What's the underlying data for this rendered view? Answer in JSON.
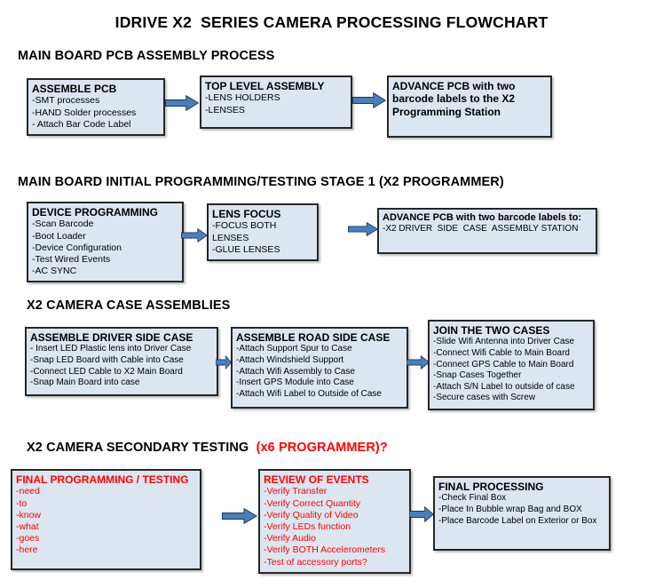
{
  "title": "IDRIVE X2  SERIES CAMERA PROCESSING FLOWCHART",
  "colors": {
    "box_fill": "#dce6f1",
    "box_border": "#262626",
    "arrow_fill": "#4a7ebb",
    "arrow_outline": "#17375e",
    "red_text": "#ff0000"
  },
  "sections": [
    {
      "heading": "MAIN BOARD PCB ASSEMBLY PROCESS",
      "boxes": [
        {
          "title": "ASSEMBLE PCB",
          "items": [
            "-SMT processes",
            "-HAND Solder processes",
            "- Attach Bar Code Label"
          ]
        },
        {
          "title": "TOP LEVEL ASSEMBLY",
          "items": [
            "-LENS HOLDERS",
            "-LENSES"
          ]
        },
        {
          "title": "ADVANCE PCB with two barcode labels to the X2 Programming Station",
          "items": []
        }
      ]
    },
    {
      "heading": "MAIN BOARD INITIAL PROGRAMMING/TESTING STAGE 1 (X2 PROGRAMMER)",
      "boxes": [
        {
          "title": "DEVICE PROGRAMMING",
          "items": [
            "-Scan Barcode",
            "-Boot Loader",
            "-Device Configuration",
            "-Test Wired Events",
            "-AC SYNC"
          ]
        },
        {
          "title": "LENS FOCUS",
          "items": [
            "-FOCUS BOTH LENSES",
            "-GLUE LENSES"
          ]
        },
        {
          "title": "ADVANCE PCB with two barcode labels to:",
          "items": [
            "-X2 DRIVER  SIDE  CASE  ASSEMBLY STATION"
          ]
        }
      ]
    },
    {
      "heading": "X2 CAMERA CASE ASSEMBLIES",
      "boxes": [
        {
          "title": "ASSEMBLE DRIVER SIDE CASE",
          "items": [
            "- Insert LED Plastic lens into Driver Case",
            "-Snap LED Board with Cable into Case",
            "-Connect LED Cable to X2 Main Board",
            "-Snap Main Board into case"
          ]
        },
        {
          "title": "ASSEMBLE ROAD SIDE CASE",
          "items": [
            "-Attach Support Spur to Case",
            "-Attach Windshield Support",
            "-Attach Wifi Assembly to Case",
            "-Insert GPS Module into Case",
            "-Attach Wifi Label to Outside of Case"
          ]
        },
        {
          "title": "JOIN THE TWO CASES",
          "items": [
            "-Slide Wifi Antenna into Driver Case",
            "-Connect Wifi Cable to Main Board",
            "-Connect GPS Cable to Main Board",
            "-Snap Cases Together",
            "-Attach S/N Label to outside of case",
            "-Secure cases with Screw"
          ]
        }
      ]
    },
    {
      "heading": "X2 CAMERA SECONDARY TESTING  ",
      "heading_red": "(x6 PROGRAMMER)?",
      "boxes": [
        {
          "title": "FINAL PROGRAMMING / TESTING",
          "items": [
            "-need",
            "-to",
            "-know",
            "-what",
            "-goes",
            "-here"
          ]
        },
        {
          "title": "REVIEW OF EVENTS",
          "items": [
            "-Verify Transfer",
            "-Verify Correct Quantity",
            "-Verify Quality of Video",
            "-Verify LEDs function",
            "-Verify Audio",
            "-Verify BOTH Accelerometers",
            "-Test of accessory ports?"
          ]
        },
        {
          "title": "FINAL PROCESSING",
          "items": [
            "-Check Final Box",
            "-Place In Bubble wrap Bag and BOX",
            "-Place Barcode Label on Exterior or Box"
          ]
        }
      ]
    }
  ]
}
